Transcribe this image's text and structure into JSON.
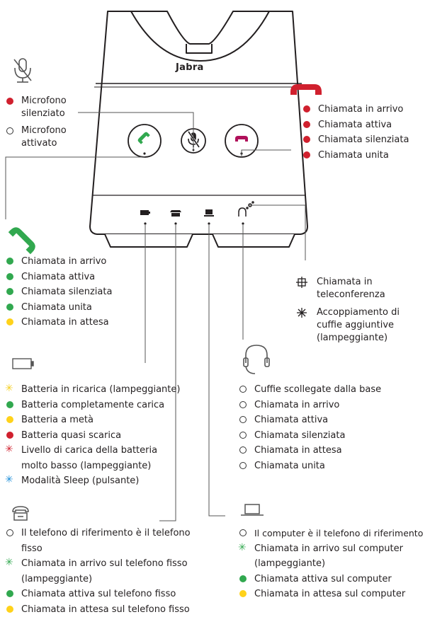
{
  "base": {
    "brand": "Jabra"
  },
  "mute_section": {
    "items": [
      {
        "color": "red",
        "text": "Microfono silenziato"
      },
      {
        "color": "white",
        "text": "Microfono attivato"
      }
    ]
  },
  "end_call_section": {
    "items": [
      {
        "color": "red",
        "text": "Chiamata in arrivo"
      },
      {
        "color": "red",
        "text": "Chiamata attiva"
      },
      {
        "color": "red",
        "text": "Chiamata silenziata"
      },
      {
        "color": "red",
        "text": "Chiamata unita"
      }
    ]
  },
  "answer_call_section": {
    "items": [
      {
        "color": "green",
        "text": "Chiamata in arrivo"
      },
      {
        "color": "green",
        "text": "Chiamata attiva"
      },
      {
        "color": "green",
        "text": "Chiamata silenziata"
      },
      {
        "color": "green",
        "text": "Chiamata unita"
      },
      {
        "color": "yellow",
        "text": "Chiamata in attesa"
      }
    ]
  },
  "conference_section": {
    "conference_text": "Chiamata in teleconferenza",
    "pairing_text": "Accoppiamento di cuffie aggiuntive (lampeggiante)"
  },
  "battery_section": {
    "items": [
      {
        "color": "yellow",
        "marker": "star",
        "text": "Batteria in ricarica (lampeggiante)"
      },
      {
        "color": "green",
        "text": "Batteria completamente carica"
      },
      {
        "color": "yellow",
        "text": "Batteria a metà"
      },
      {
        "color": "red",
        "text": "Batteria quasi scarica"
      },
      {
        "color": "red",
        "marker": "star",
        "text": "Livello di carica della batteria molto basso (lampeggiante)"
      },
      {
        "color": "blue",
        "marker": "star",
        "text": "Modalità Sleep (pulsante)"
      }
    ]
  },
  "headset_section": {
    "items": [
      {
        "color": "white",
        "text": "Cuffie scollegate dalla base"
      },
      {
        "color": "white",
        "text": "Chiamata in arrivo"
      },
      {
        "color": "white",
        "text": "Chiamata attiva"
      },
      {
        "color": "white",
        "text": "Chiamata silenziata"
      },
      {
        "color": "white",
        "text": "Chiamata in attesa"
      },
      {
        "color": "white",
        "text": "Chiamata unita"
      }
    ]
  },
  "desk_phone_section": {
    "items": [
      {
        "color": "white",
        "text": "Il telefono di riferimento è il telefono fisso"
      },
      {
        "color": "green",
        "marker": "star",
        "text": "Chiamata in arrivo sul telefono fisso (lampeggiante)"
      },
      {
        "color": "green",
        "text": "Chiamata attiva sul telefono fisso"
      },
      {
        "color": "yellow",
        "text": "Chiamata in attesa sul telefono fisso"
      }
    ]
  },
  "computer_section": {
    "items": [
      {
        "color": "white",
        "text": "Il computer è il telefono di riferimento"
      },
      {
        "color": "green",
        "marker": "star",
        "text": "Chiamata in arrivo sul computer (lampeggiante)"
      },
      {
        "color": "green",
        "text": "Chiamata attiva sul computer"
      },
      {
        "color": "yellow",
        "text": "Chiamata in attesa sul computer"
      }
    ]
  },
  "colors": {
    "red": "#d0202e",
    "green": "#31a84f",
    "yellow": "#ffd21a",
    "blue": "#1a8cd8",
    "end_button": "#b0105a"
  }
}
